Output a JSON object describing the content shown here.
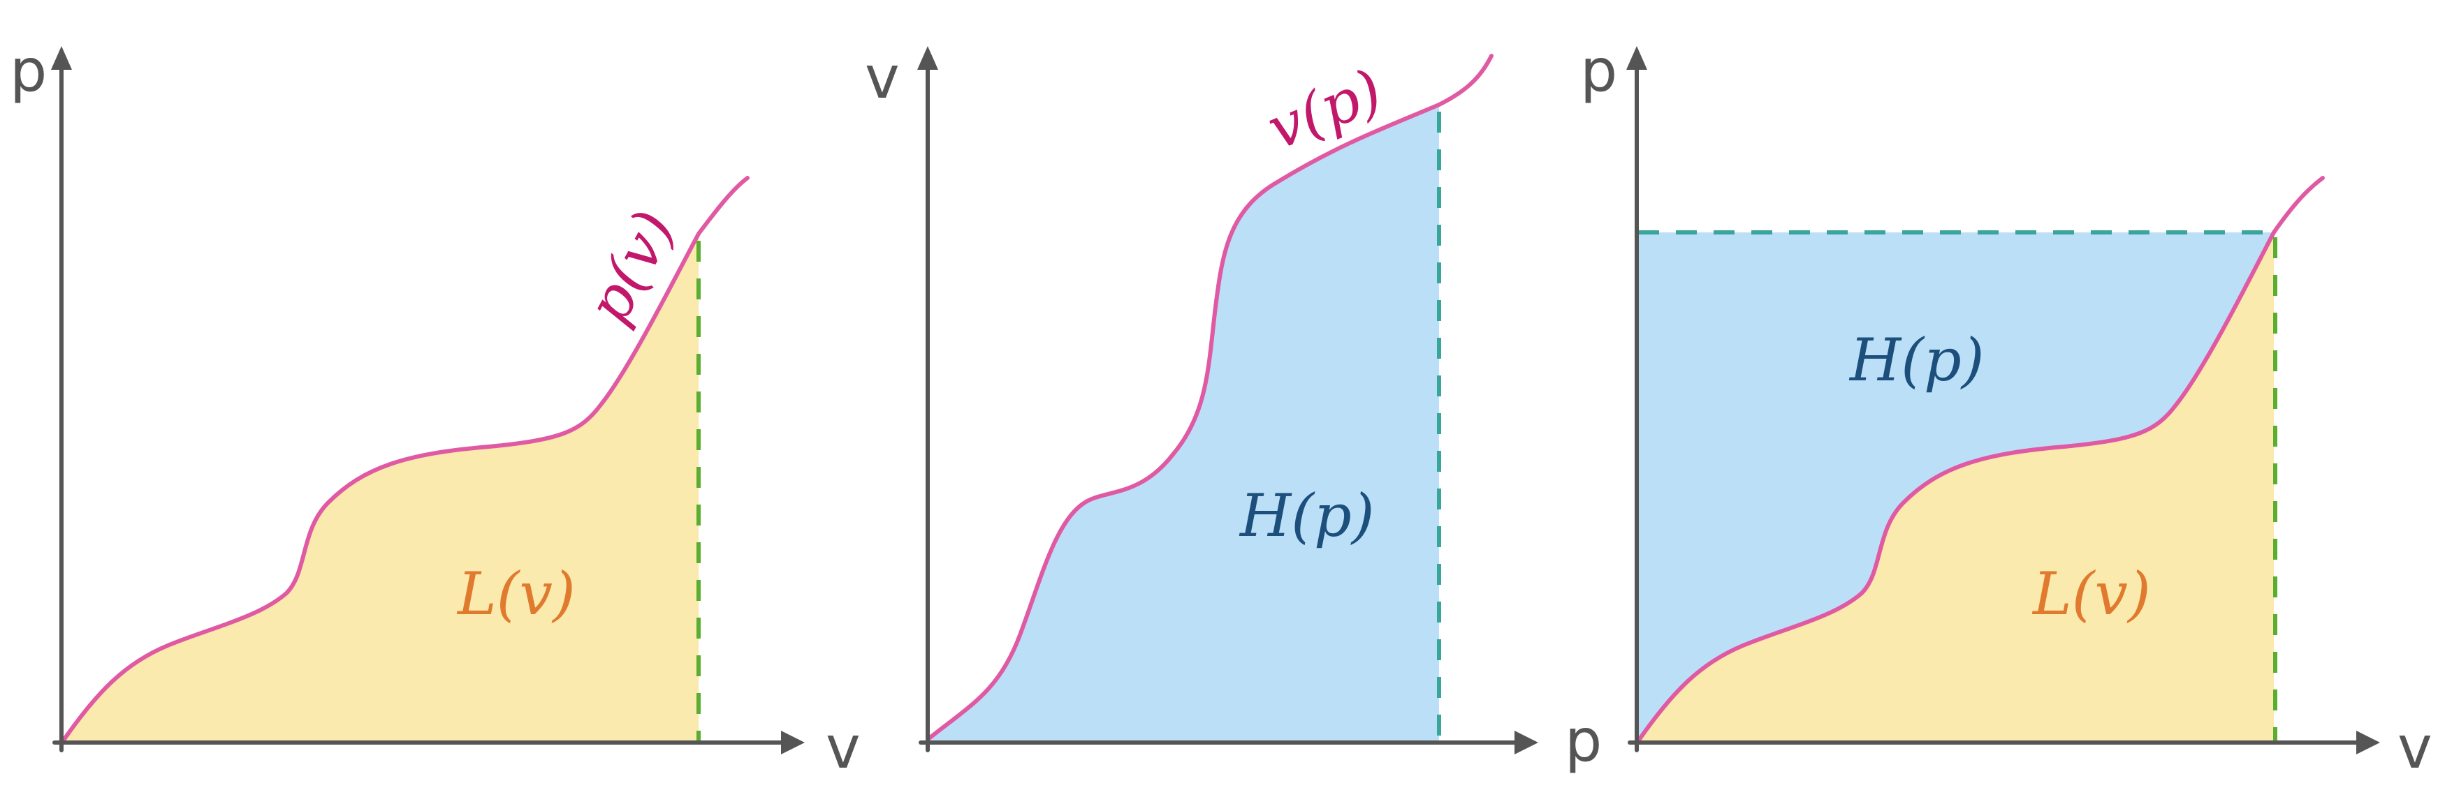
{
  "panels": [
    {
      "x_axis_label": "v",
      "y_axis_label": "p",
      "curve_label": "p(v)",
      "region_label": "L(v)"
    },
    {
      "x_axis_label": "",
      "y_axis_label": "v",
      "curve_label": "v(p)",
      "region_label": "H(p)"
    },
    {
      "x_axis_label": "v",
      "y_axis_label": "p",
      "x_axis_label_left": "p",
      "upper_region_label": "H(p)",
      "lower_region_label": "L(v)"
    }
  ],
  "colors": {
    "axis": "#555555",
    "curve": "#e05aa3",
    "curve_label": "#c2186b",
    "area_L": "#fbeaad",
    "area_H": "#bcdff8",
    "label_L": "#e07a2e",
    "label_H": "#1d4f7c",
    "dash_green": "#5aad2e",
    "dash_teal": "#3aa59a"
  }
}
